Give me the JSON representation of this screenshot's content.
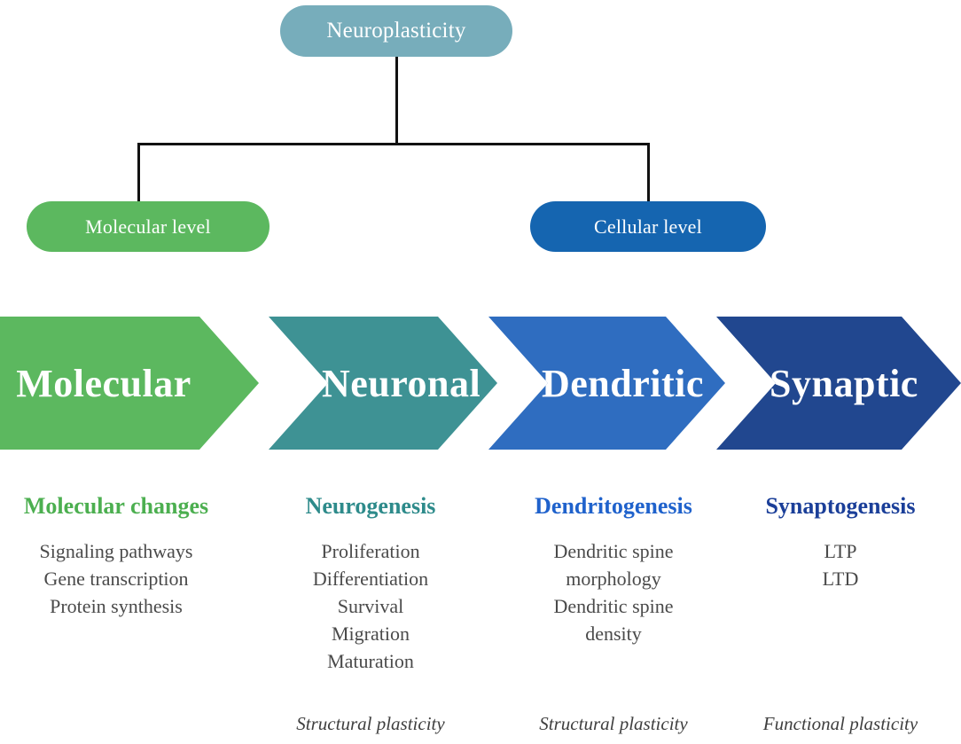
{
  "diagram": {
    "title": "Neuroplasticity",
    "hierarchy": {
      "root": {
        "label": "Neuroplasticity",
        "color": "#77adbb"
      },
      "branches": [
        {
          "label": "Molecular level",
          "color": "#5cb85f"
        },
        {
          "label": "Cellular level",
          "color": "#1565b0"
        }
      ],
      "connector_color": "#111111"
    },
    "chevrons": [
      {
        "label": "Molecular",
        "color": "#5cb85f"
      },
      {
        "label": "Neuronal",
        "color": "#3e9294"
      },
      {
        "label": "Dendritic",
        "color": "#2f6dc0"
      },
      {
        "label": "Synaptic",
        "color": "#21478f"
      }
    ],
    "columns": [
      {
        "heading": "Molecular changes",
        "heading_color": "#4caf50",
        "items": [
          "Signaling pathways",
          "Gene transcription",
          "Protein synthesis"
        ],
        "caption": ""
      },
      {
        "heading": "Neurogenesis",
        "heading_color": "#2e8b8b",
        "items": [
          "Proliferation",
          "Differentiation",
          "Survival",
          "Migration",
          "Maturation"
        ],
        "caption": "Structural plasticity"
      },
      {
        "heading": "Dendritogenesis",
        "heading_color": "#1f62cc",
        "items": [
          "Dendritic spine",
          "morphology",
          "Dendritic spine",
          "density"
        ],
        "caption": "Structural plasticity"
      },
      {
        "heading": "Synaptogenesis",
        "heading_color": "#1b3f99",
        "items": [
          "LTP",
          "LTD"
        ],
        "caption": "Functional plasticity"
      }
    ]
  }
}
